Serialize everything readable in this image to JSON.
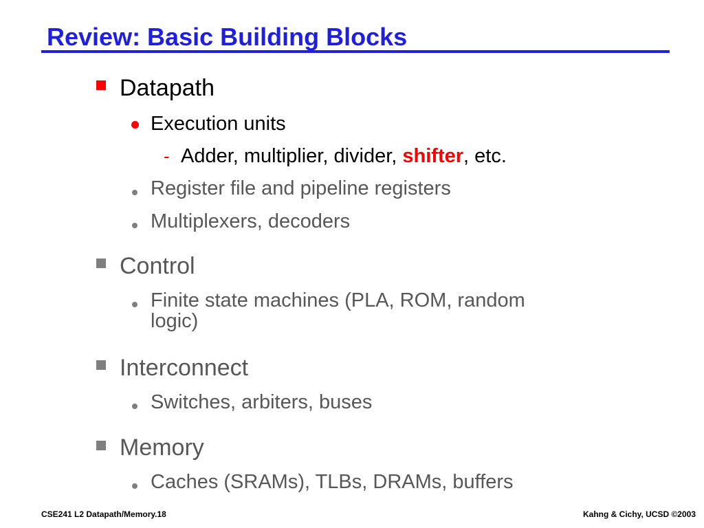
{
  "slide": {
    "title": "Review:  Basic Building Blocks",
    "colors": {
      "title": "#1f1fe0",
      "emphasis": "#ff0000",
      "active_text": "#000000",
      "inactive_text": "#575757",
      "inactive_bullet": "#7f7f7f"
    },
    "items": [
      {
        "label": "Datapath",
        "bullet": "square-red"
      },
      {
        "label": "Execution units",
        "bullet": "dot-red"
      },
      {
        "prefix": "Adder, multiplier, divider, ",
        "emphasis": "shifter",
        "suffix": ", etc.",
        "bullet": "dash-red"
      },
      {
        "label": "Register file and pipeline registers",
        "bullet": "dot-gray"
      },
      {
        "label": "Multiplexers, decoders",
        "bullet": "dot-gray"
      },
      {
        "label": "Control",
        "bullet": "square-gray"
      },
      {
        "label_line1": "Finite state machines (PLA, ROM, random",
        "label_line2": "logic)",
        "bullet": "dot-gray"
      },
      {
        "label": "Interconnect",
        "bullet": "square-gray"
      },
      {
        "label": "Switches, arbiters, buses",
        "bullet": "dot-gray"
      },
      {
        "label": "Memory",
        "bullet": "square-gray"
      },
      {
        "label": "Caches (SRAMs), TLBs, DRAMs, buffers",
        "bullet": "dot-gray"
      }
    ],
    "dash_glyph": "-"
  },
  "footer": {
    "left": "CSE241  L2 Datapath/Memory.18",
    "right": "Kahng & Cichy, UCSD ©2003"
  }
}
